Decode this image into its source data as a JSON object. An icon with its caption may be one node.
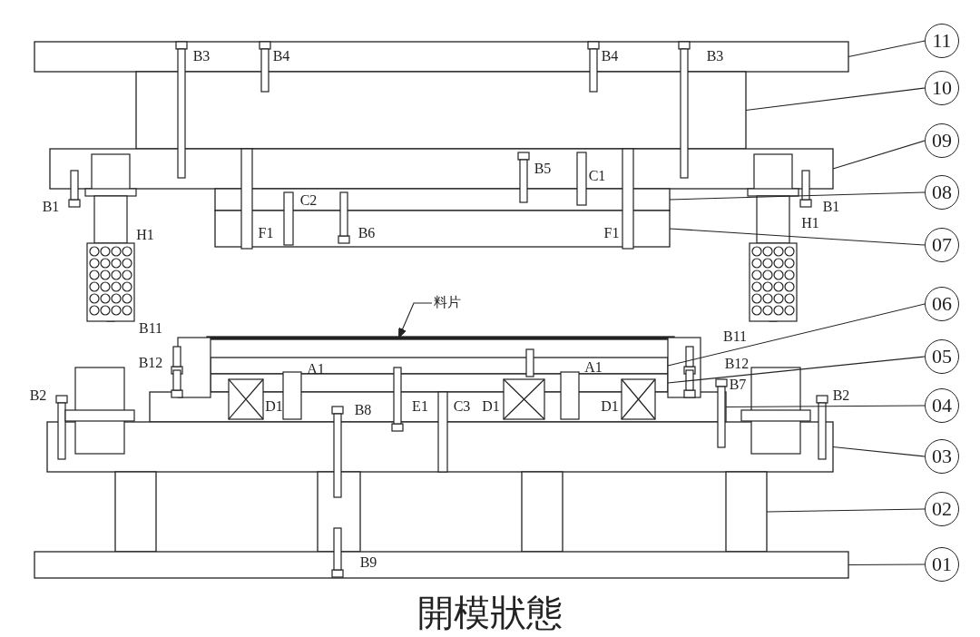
{
  "diagram": {
    "caption": "開模狀態",
    "nodes": [
      {
        "text": [
          "11"
        ]
      },
      {
        "text": [
          "10"
        ]
      },
      {
        "text": [
          "09"
        ]
      },
      {
        "text": [
          "08"
        ]
      },
      {
        "text": [
          "07"
        ]
      },
      {
        "text": [
          "06"
        ]
      },
      {
        "text": [
          "05"
        ]
      },
      {
        "text": [
          "04"
        ]
      },
      {
        "text": [
          "03"
        ]
      },
      {
        "text": [
          "02"
        ]
      },
      {
        "text": [
          "01"
        ]
      },
      {
        "text": [
          "料片"
        ]
      },
      {
        "text": [],
        "shape": "box"
      },
      {
        "text": [],
        "shape": "box"
      },
      {
        "text": [],
        "shape": "box"
      },
      {
        "text": [],
        "shape": "box"
      },
      {
        "text": [],
        "shape": "box"
      },
      {
        "text": [],
        "shape": "bar"
      },
      {
        "text": [],
        "shape": "box"
      },
      {
        "text": [],
        "shape": "box"
      },
      {
        "text": [],
        "shape": "box"
      },
      {
        "text": [],
        "shape": "box"
      },
      {
        "text": [],
        "shape": "box"
      },
      {
        "text": [],
        "shape": "box"
      }
    ],
    "edges": [
      {
        "from": 0,
        "to": 12,
        "arrow": "none"
      },
      {
        "from": 1,
        "to": 13,
        "arrow": "none"
      },
      {
        "from": 2,
        "to": 14,
        "arrow": "none"
      },
      {
        "from": 3,
        "to": 15,
        "arrow": "none"
      },
      {
        "from": 4,
        "to": 16,
        "arrow": "none"
      },
      {
        "from": 11,
        "to": 17,
        "arrow": "to"
      },
      {
        "from": 5,
        "to": 18,
        "arrow": "none"
      },
      {
        "from": 6,
        "to": 19,
        "arrow": "none"
      },
      {
        "from": 7,
        "to": 20,
        "arrow": "none"
      },
      {
        "from": 8,
        "to": 21,
        "arrow": "none"
      },
      {
        "from": 9,
        "to": 22,
        "arrow": "none"
      },
      {
        "from": 10,
        "to": 23,
        "arrow": "none"
      }
    ],
    "labels": [
      "B3",
      "B4",
      "B4",
      "B3",
      "B5",
      "C1",
      "C2",
      "B1",
      "B1",
      "H1",
      "F1",
      "B6",
      "F1",
      "H1",
      "B11",
      "B11",
      "B12",
      "B12",
      "A1",
      "A1",
      "B7",
      "B2",
      "B2",
      "D1",
      "B8",
      "E1",
      "C3",
      "D1",
      "D1",
      "B9"
    ]
  }
}
